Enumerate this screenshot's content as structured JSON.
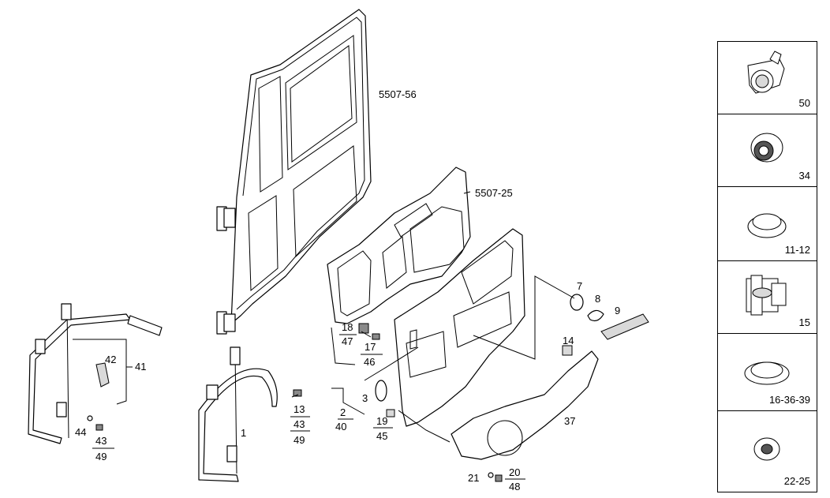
{
  "assemblies": {
    "door_frame": "5507-56",
    "inner_panel": "5507-25"
  },
  "callouts": {
    "c1": "1",
    "c2": "2",
    "c40": "40",
    "c3": "3",
    "c7": "7",
    "c8": "8",
    "c9": "9",
    "c14": "14",
    "c13": "13",
    "c43a": "43",
    "c49a": "49",
    "c17": "17",
    "c46": "46",
    "c18": "18",
    "c47": "47",
    "c19": "19",
    "c45": "45",
    "c20": "20",
    "c48": "48",
    "c21": "21",
    "c37": "37",
    "c41": "41",
    "c42": "42",
    "c44": "44",
    "c43b": "43",
    "c49b": "49"
  },
  "side_panel": [
    {
      "code": "50",
      "icon": "push-rivet-icon"
    },
    {
      "code": "34",
      "icon": "grommet-ring-icon"
    },
    {
      "code": "11-12",
      "icon": "dome-plug-icon"
    },
    {
      "code": "15",
      "icon": "clip-holder-icon"
    },
    {
      "code": "16-36-39",
      "icon": "flat-plug-icon"
    },
    {
      "code": "22-25",
      "icon": "washer-icon"
    }
  ]
}
